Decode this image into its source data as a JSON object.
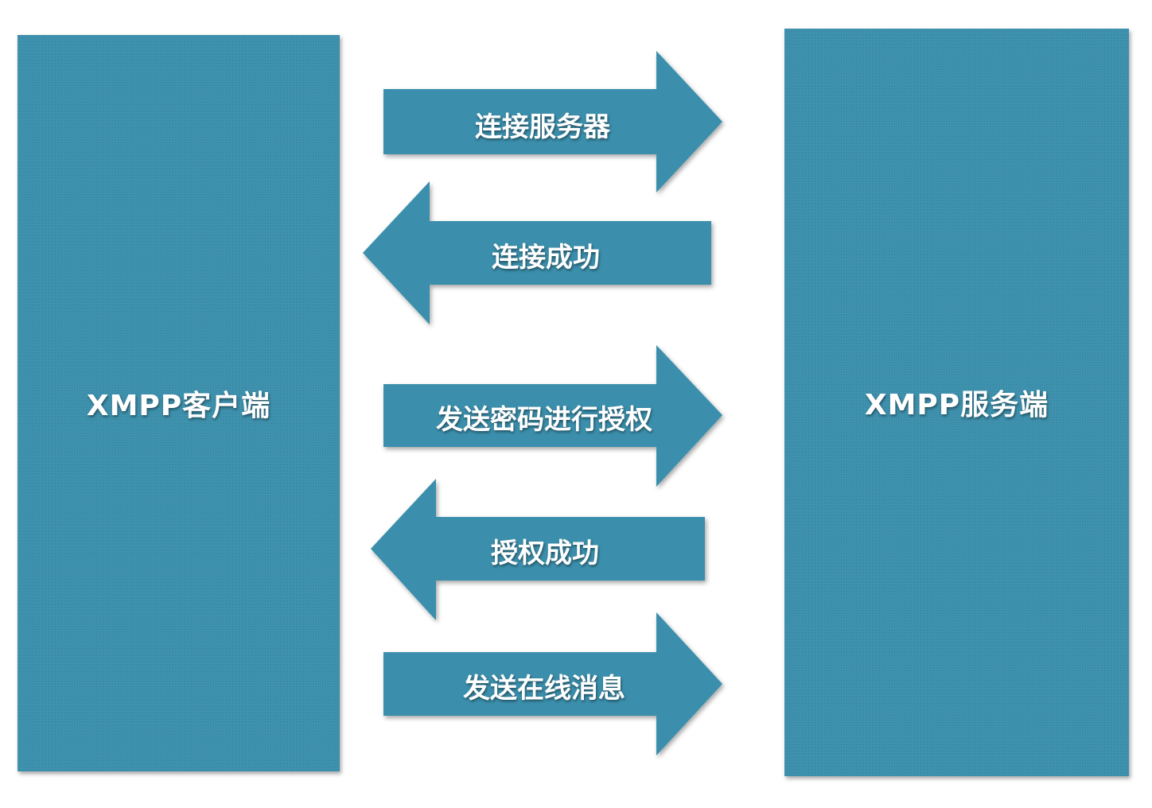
{
  "colors": {
    "block_fill": "#3a8fac",
    "arrow_fill": "#3a8fac",
    "text": "#ffffff",
    "background": "#ffffff"
  },
  "client": {
    "label": "XMPP客户端"
  },
  "server": {
    "label": "XMPP服务端"
  },
  "arrows": [
    {
      "label": "连接服务器",
      "direction": "right"
    },
    {
      "label": "连接成功",
      "direction": "left"
    },
    {
      "label": "发送密码进行授权",
      "direction": "right"
    },
    {
      "label": "授权成功",
      "direction": "left"
    },
    {
      "label": "发送在线消息",
      "direction": "right"
    }
  ]
}
